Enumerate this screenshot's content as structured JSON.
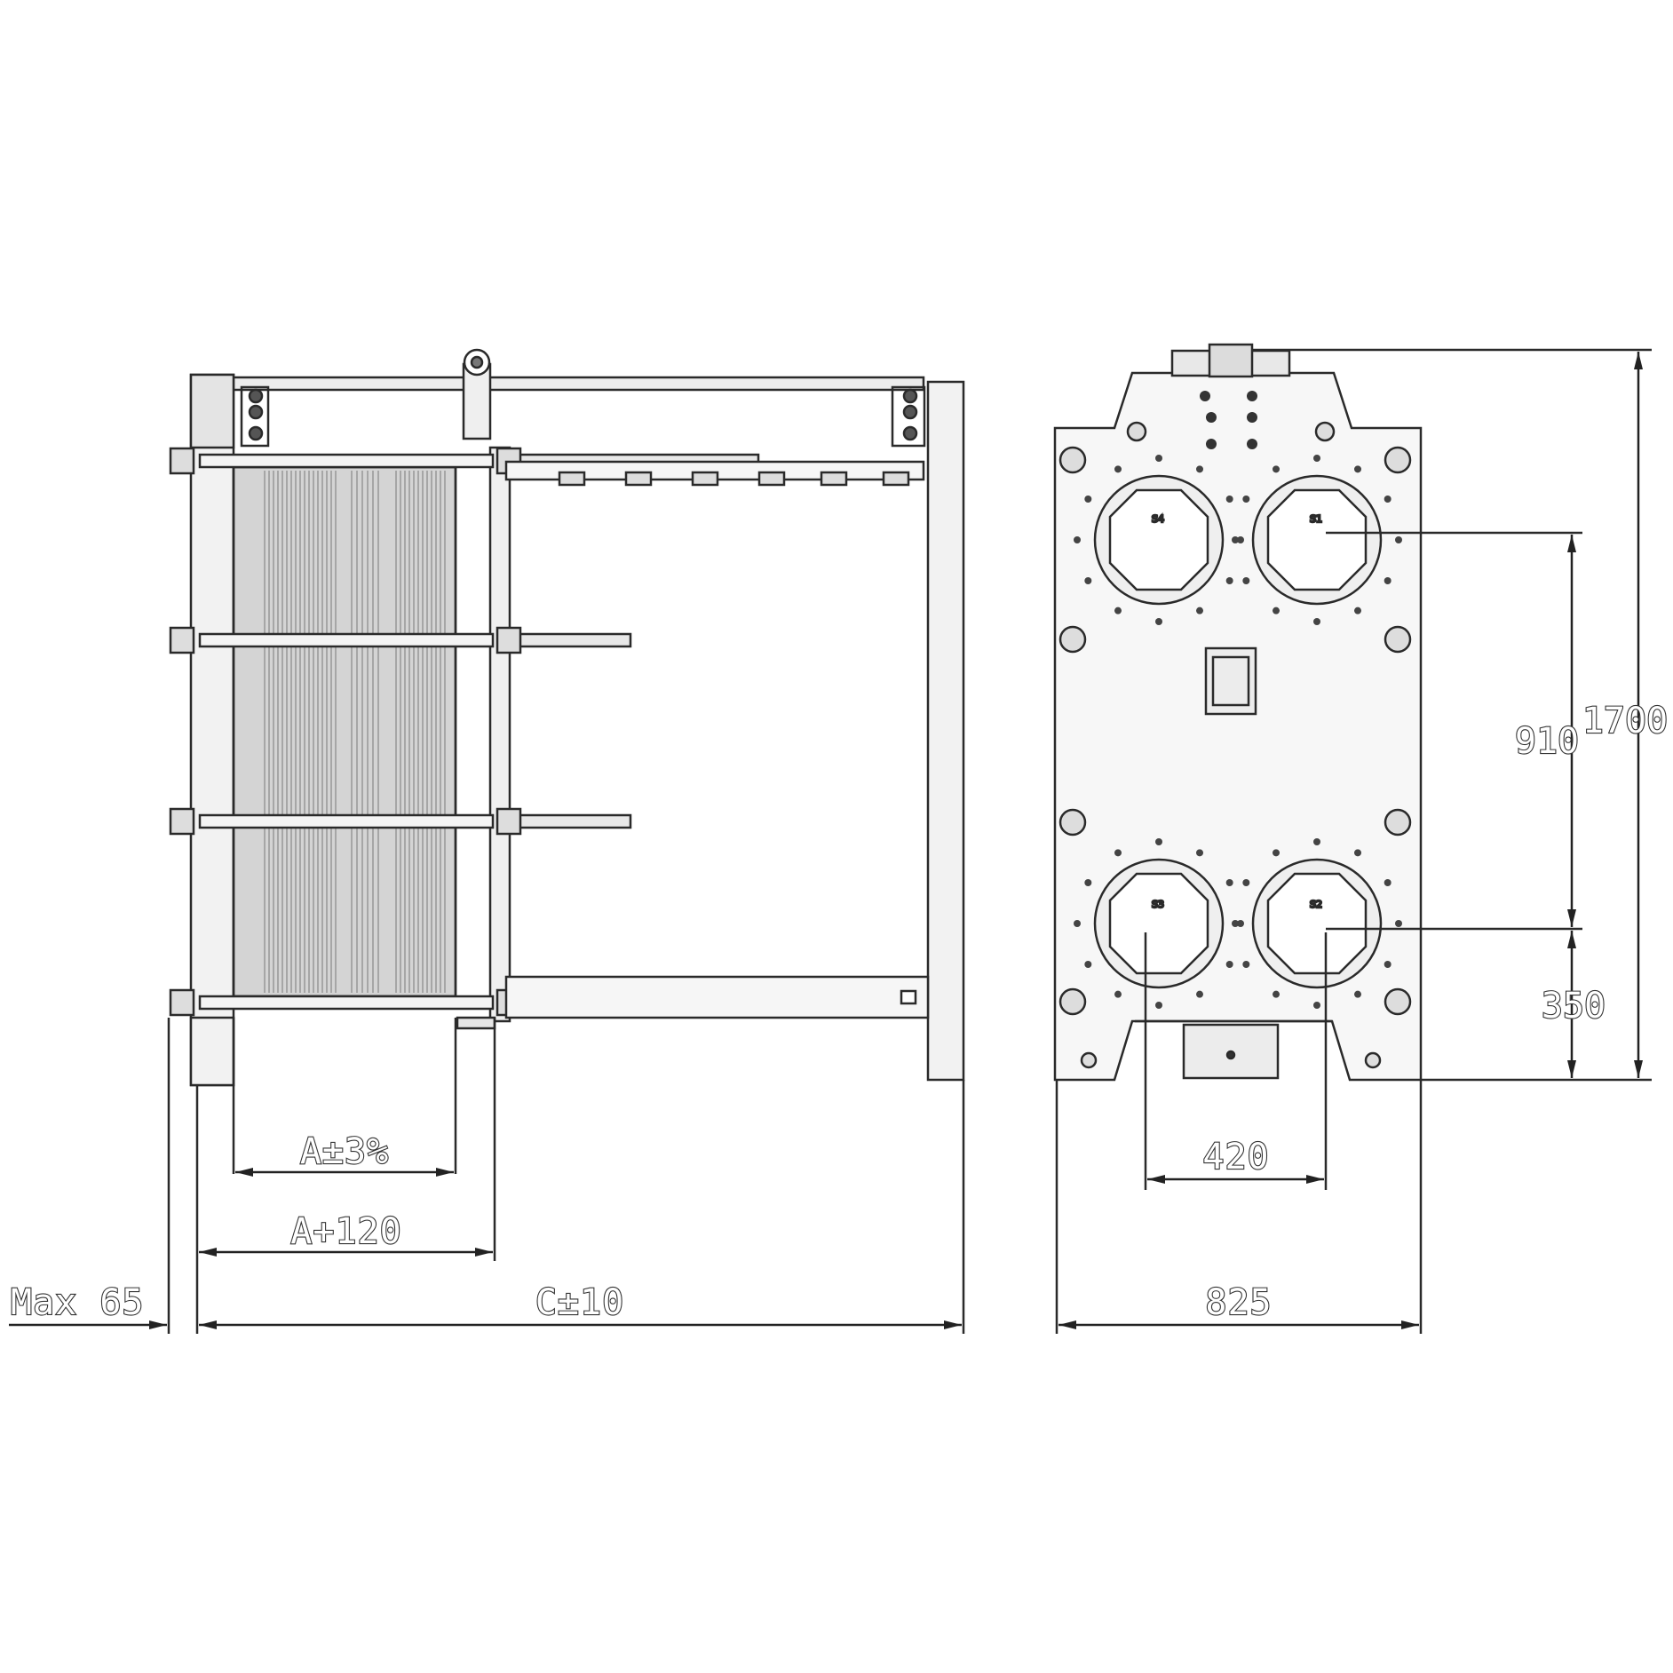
{
  "drawing": {
    "dimensions": {
      "a_tolerance": "A±3%",
      "a_plus": "A+120",
      "max_overhang": "Max 65",
      "c_tolerance": "C±10",
      "port_horizontal": "420",
      "plate_width": "825",
      "port_vertical": "910",
      "overall_height": "1700",
      "bottom_port_height": "350"
    },
    "port_labels": {
      "top_left": "S4",
      "top_right": "S1",
      "bottom_left": "S3",
      "bottom_right": "S2"
    },
    "colors": {
      "line": "#2a2a2a",
      "fill_light": "#e6e6e6",
      "fill_mid": "#c9c9c9",
      "plates": "#bdbdbd"
    }
  }
}
